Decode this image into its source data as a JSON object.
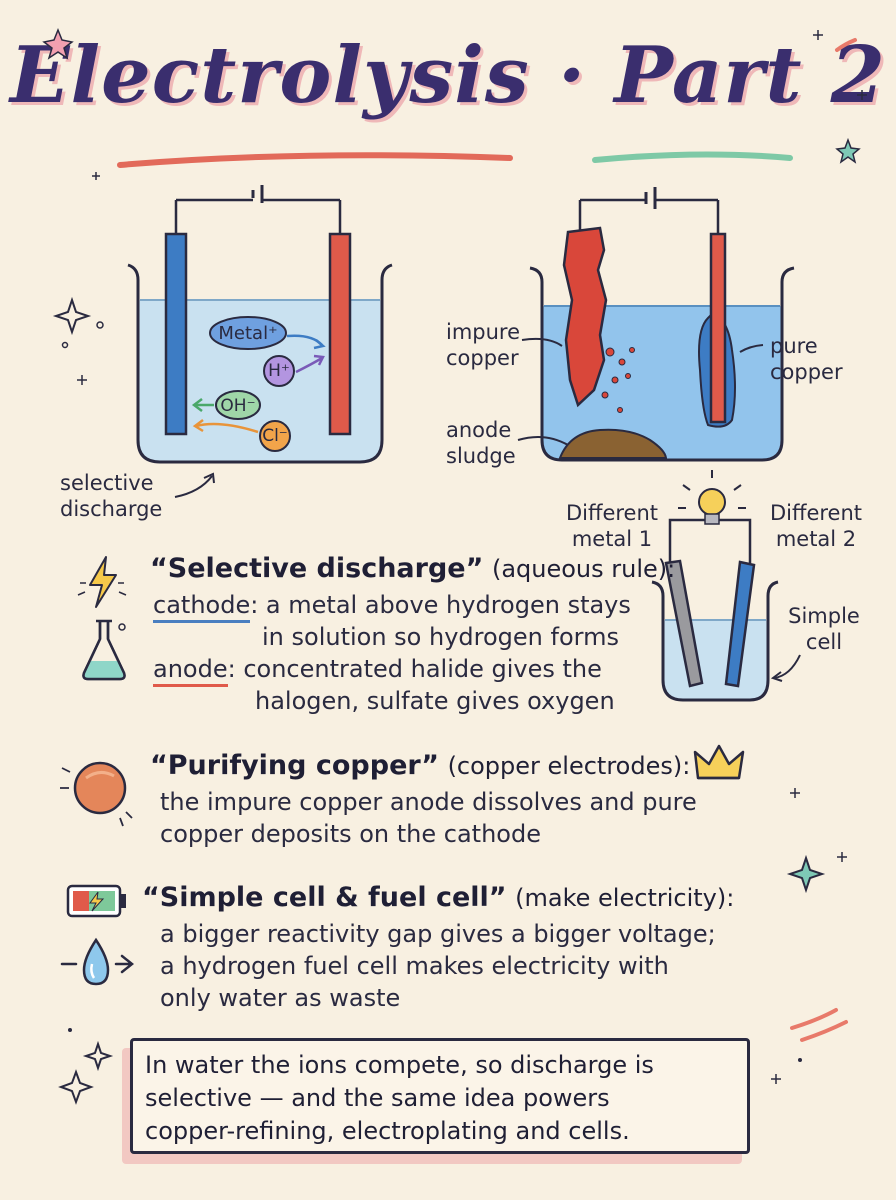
{
  "title": "Electrolysis · Part 2",
  "diagram1": {
    "ions": [
      "Metal⁺",
      "H⁺",
      "OH⁻",
      "Cl⁻"
    ],
    "label": [
      "selective",
      "discharge"
    ]
  },
  "diagram2": {
    "impure": [
      "impure",
      "copper"
    ],
    "pure": [
      "pure",
      "copper"
    ],
    "sludge": [
      "anode",
      "sludge"
    ]
  },
  "diagram3": {
    "metal1": [
      "Different",
      "metal 1"
    ],
    "metal2": [
      "Different",
      "metal 2"
    ],
    "cell": [
      "Simple",
      "cell"
    ]
  },
  "sections": {
    "selective": {
      "title": "“Selective discharge”",
      "subtitle": "(aqueous rule):",
      "cathode_term": "cathode",
      "cathode_text": ": a metal above hydrogen stays",
      "cathode_line2": "in solution so hydrogen forms",
      "anode_term": "anode",
      "anode_text": ": concentrated halide gives the",
      "anode_line2": "halogen, sulfate gives oxygen"
    },
    "purifying": {
      "title": "“Purifying copper”",
      "subtitle": "(copper electrodes):",
      "line1": "the impure copper anode dissolves and pure",
      "line2": "copper deposits on the cathode"
    },
    "cells": {
      "title": "“Simple cell & fuel cell”",
      "subtitle": "(make electricity):",
      "line1": "a bigger reactivity gap gives a bigger voltage;",
      "line2": "a hydrogen fuel cell makes electricity with",
      "line3": "only water as waste"
    }
  },
  "summary": {
    "line1": "In water the ions compete, so discharge is",
    "line2": "selective — and the same idea powers",
    "line3": "copper-refining, electroplating and cells."
  },
  "colors": {
    "blue_electrode": "#3d7cc4",
    "red_electrode": "#e05a4a",
    "solution": "#c9e1f0",
    "copper": "#d9473a",
    "title": "#3a2e6e"
  }
}
